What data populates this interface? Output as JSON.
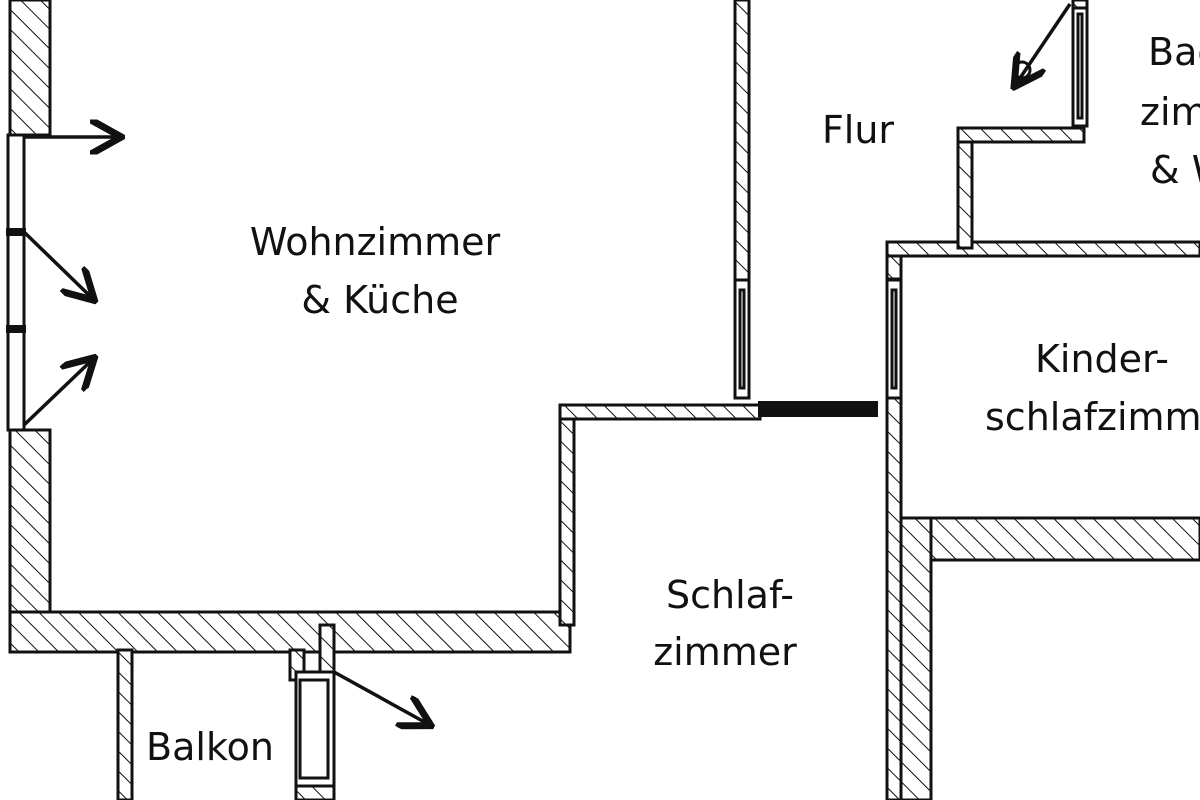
{
  "plan": {
    "rooms": {
      "wohnzimmer_line1": "Wohnzimmer",
      "wohnzimmer_line2": "& Küche",
      "flur": "Flur",
      "bad_line1": "Bad",
      "bad_line2": "zimmer",
      "bad_line3": "& W",
      "kinder_line1": "Kinder-",
      "kinder_line2": "schlafzimmer",
      "schlaf_line1": "Schlaf-",
      "schlaf_line2": "zimmer",
      "balkon": "Balkon"
    },
    "colors": {
      "line": "#111111",
      "background": "#ffffff"
    }
  }
}
